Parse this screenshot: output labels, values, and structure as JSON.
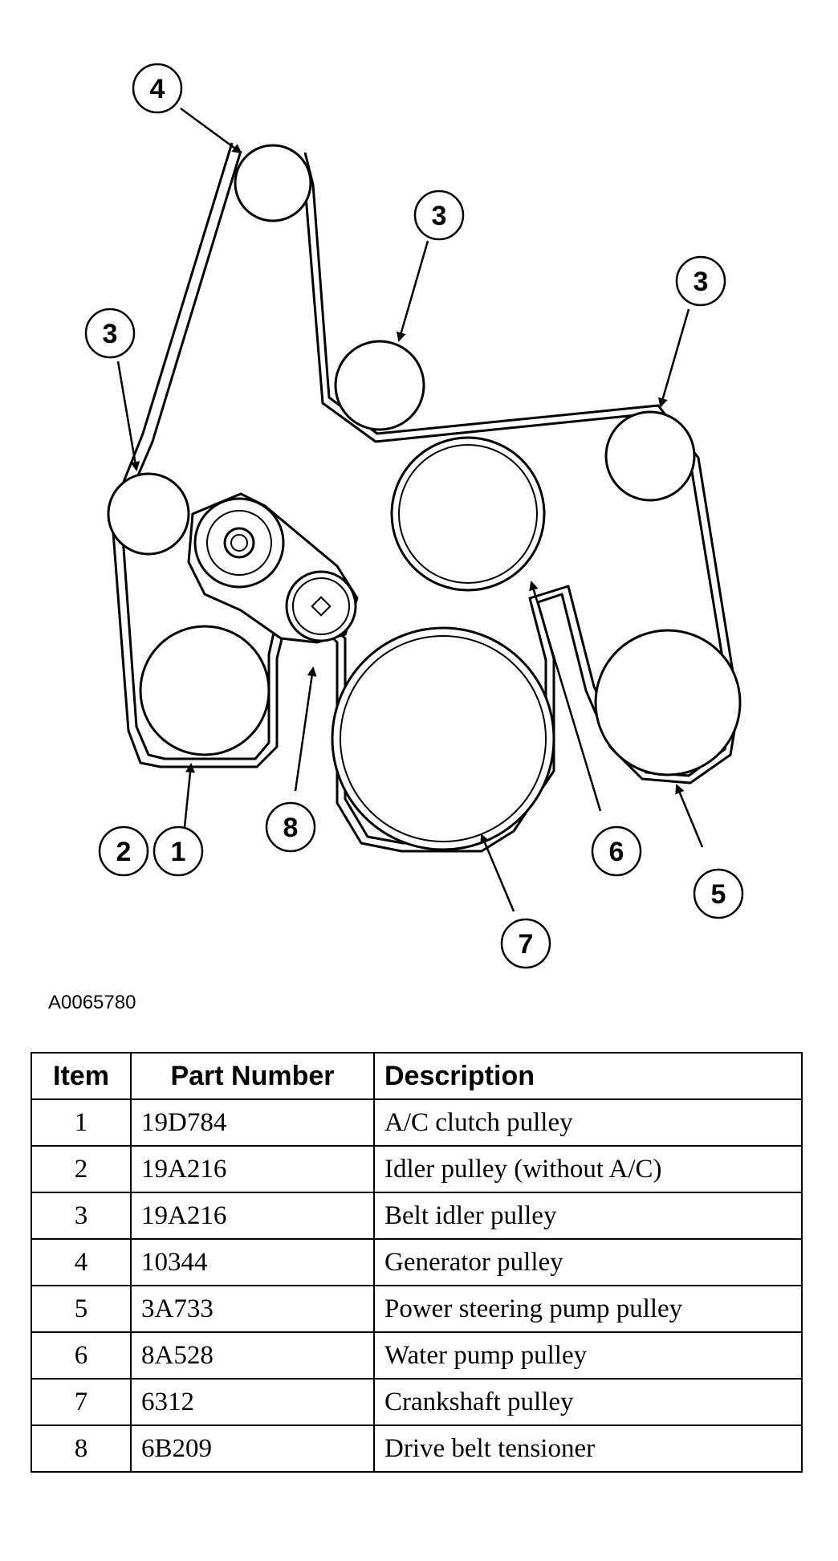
{
  "diagram": {
    "callouts": [
      {
        "id": "c4",
        "label": "4"
      },
      {
        "id": "c3a",
        "label": "3"
      },
      {
        "id": "c3b",
        "label": "3"
      },
      {
        "id": "c3c",
        "label": "3"
      },
      {
        "id": "c2",
        "label": "2"
      },
      {
        "id": "c1",
        "label": "1"
      },
      {
        "id": "c8",
        "label": "8"
      },
      {
        "id": "c7",
        "label": "7"
      },
      {
        "id": "c6",
        "label": "6"
      },
      {
        "id": "c5",
        "label": "5"
      }
    ],
    "figure_id": "A0065780"
  },
  "table": {
    "headers": {
      "item": "Item",
      "part_number": "Part Number",
      "description": "Description"
    },
    "rows": [
      {
        "item": "1",
        "part_number": "19D784",
        "description": "A/C clutch pulley"
      },
      {
        "item": "2",
        "part_number": "19A216",
        "description": "Idler pulley (without A/C)"
      },
      {
        "item": "3",
        "part_number": "19A216",
        "description": "Belt idler pulley"
      },
      {
        "item": "4",
        "part_number": "10344",
        "description": "Generator pulley"
      },
      {
        "item": "5",
        "part_number": "3A733",
        "description": "Power steering pump pulley"
      },
      {
        "item": "6",
        "part_number": "8A528",
        "description": "Water pump pulley"
      },
      {
        "item": "7",
        "part_number": "6312",
        "description": "Crankshaft pulley"
      },
      {
        "item": "8",
        "part_number": "6B209",
        "description": "Drive belt tensioner"
      }
    ]
  }
}
